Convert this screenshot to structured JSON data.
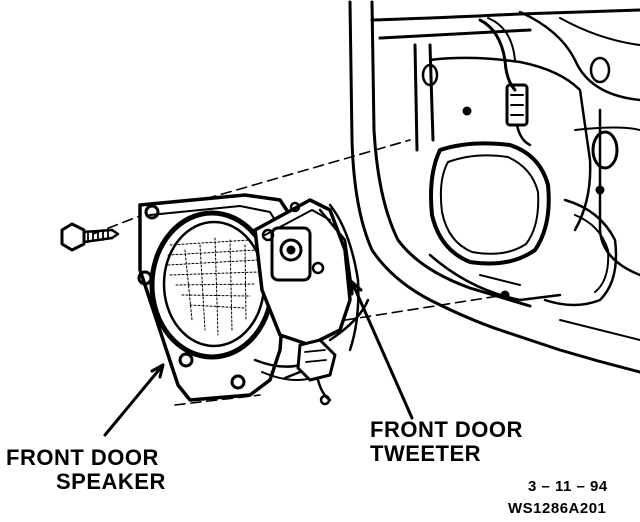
{
  "labels": {
    "speaker_line1": "FRONT DOOR",
    "speaker_line2": "SPEAKER",
    "tweeter_line1": "FRONT DOOR",
    "tweeter_line2": "TWEETER"
  },
  "footer": {
    "date": "3 – 11 – 94",
    "figure_id": "WS1286A201"
  },
  "colors": {
    "ink": "#000000",
    "paper": "#ffffff"
  }
}
